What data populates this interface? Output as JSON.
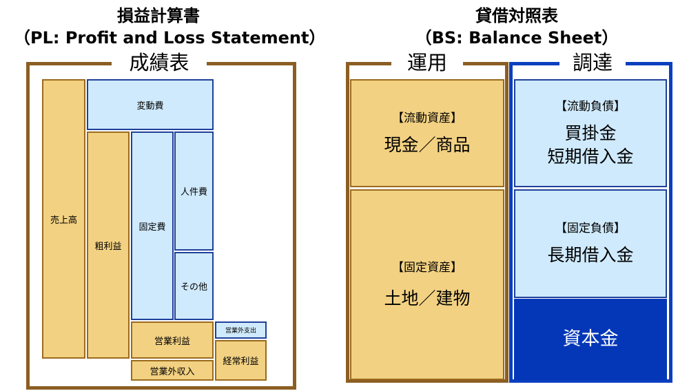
{
  "pl": {
    "title_line1": "損益計算書",
    "title_line2": "（PL: Profit and Loss Statement）",
    "frame_label": "成績表",
    "blocks": {
      "sales": "売上高",
      "variable_cost": "変動費",
      "gross_profit": "粗利益",
      "fixed_cost": "固定費",
      "personnel_cost": "人件費",
      "other": "その他",
      "operating_profit": "営業利益",
      "non_operating_expense": "営業外支出",
      "non_operating_income": "営業外収入",
      "ordinary_profit": "経常利益"
    }
  },
  "bs": {
    "title_line1": "貸借対照表",
    "title_line2": "（BS: Balance Sheet）",
    "assets_label": "運用",
    "funding_label": "調達",
    "current_assets": {
      "tag": "【流動資産】",
      "text": "現金／商品"
    },
    "fixed_assets": {
      "tag": "【固定資産】",
      "text": "土地／建物"
    },
    "current_liabilities": {
      "tag": "【流動負債】",
      "line1": "買掛金",
      "line2": "短期借入金"
    },
    "fixed_liabilities": {
      "tag": "【固定負債】",
      "text": "長期借入金"
    },
    "capital": {
      "text": "資本金"
    }
  },
  "colors": {
    "gold_fill": "#f2d182",
    "gold_border": "#9a6a1c",
    "light_blue_fill": "#cfeafc",
    "blue_border": "#1f3f9a",
    "capital_fill": "#0437b8",
    "pl_frame": "#8b5e23",
    "bs_frame_brown": "#8b5e23",
    "bs_frame_blue": "#0a3fbf"
  }
}
